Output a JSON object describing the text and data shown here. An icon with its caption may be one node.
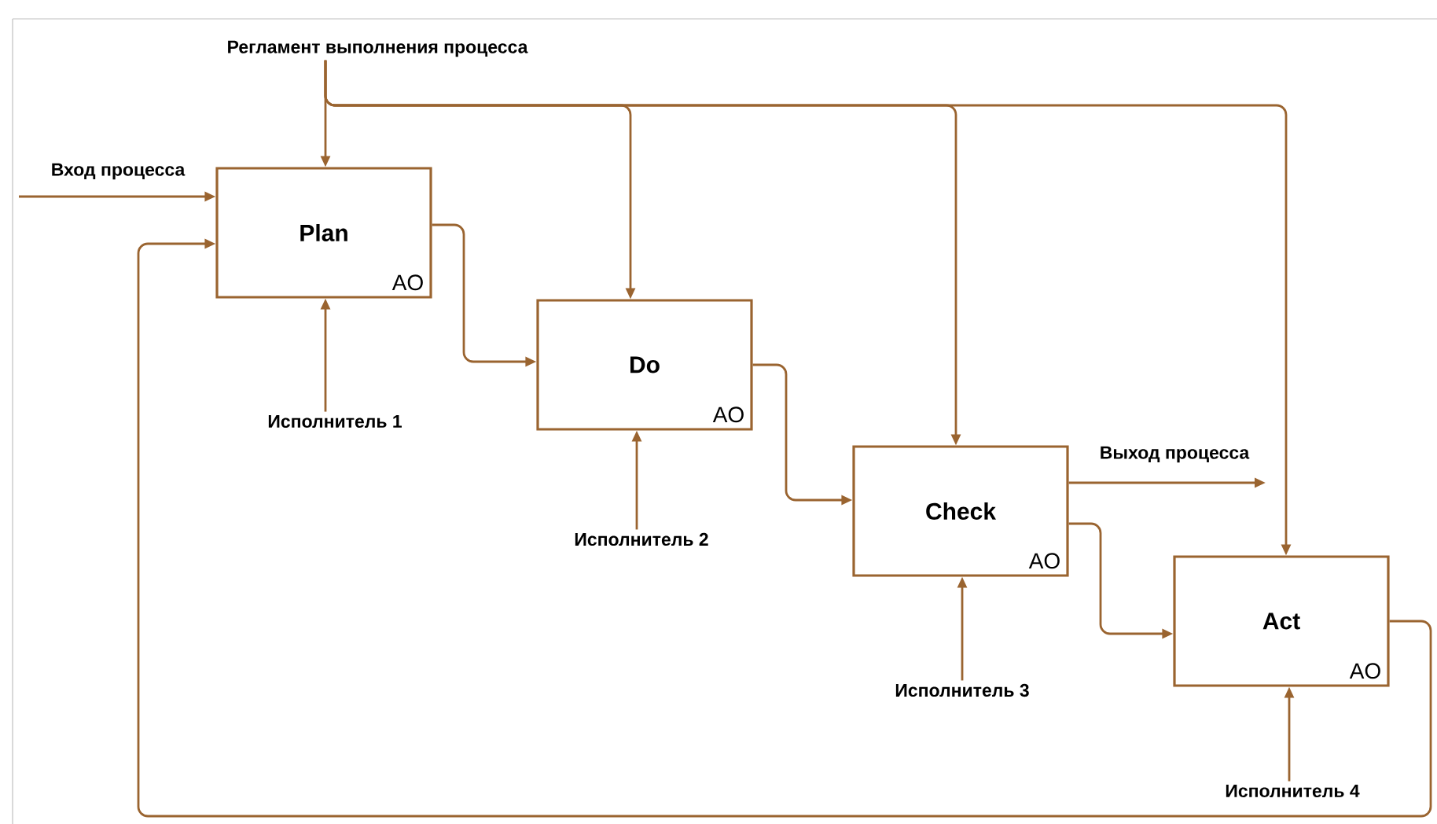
{
  "diagram": {
    "nodes": [
      {
        "text": [
          "Plan",
          "AO"
        ]
      },
      {
        "text": [
          "Do",
          "AO"
        ]
      },
      {
        "text": [
          "Check",
          "AO"
        ]
      },
      {
        "text": [
          "Act",
          "AO"
        ]
      },
      {
        "text": [
          "Регламент выполнения процесса"
        ]
      },
      {
        "text": [
          "Исполнитель 1"
        ]
      },
      {
        "text": [
          "Исполнитель 2"
        ]
      },
      {
        "text": [
          "Исполнитель 3"
        ]
      },
      {
        "text": [
          "Исполнитель 4"
        ]
      }
    ],
    "edges": [
      {
        "from": 4,
        "to": 0,
        "arrow": "to"
      },
      {
        "from": 4,
        "to": 1,
        "arrow": "to"
      },
      {
        "from": 4,
        "to": 2,
        "arrow": "to"
      },
      {
        "from": 4,
        "to": 3,
        "arrow": "to"
      },
      {
        "from": null,
        "to": 0,
        "arrow": "to",
        "label": "Вход процесса"
      },
      {
        "from": 0,
        "to": 1,
        "arrow": "to"
      },
      {
        "from": 1,
        "to": 2,
        "arrow": "to"
      },
      {
        "from": 2,
        "to": 3,
        "arrow": "to"
      },
      {
        "from": 2,
        "to": null,
        "arrow": "to",
        "label": "Выход процесса"
      },
      {
        "from": 3,
        "to": 0,
        "arrow": "to"
      },
      {
        "from": 5,
        "to": 0,
        "arrow": "to"
      },
      {
        "from": 6,
        "to": 1,
        "arrow": "to"
      },
      {
        "from": 7,
        "to": 2,
        "arrow": "to"
      },
      {
        "from": 8,
        "to": 3,
        "arrow": "to"
      }
    ]
  }
}
